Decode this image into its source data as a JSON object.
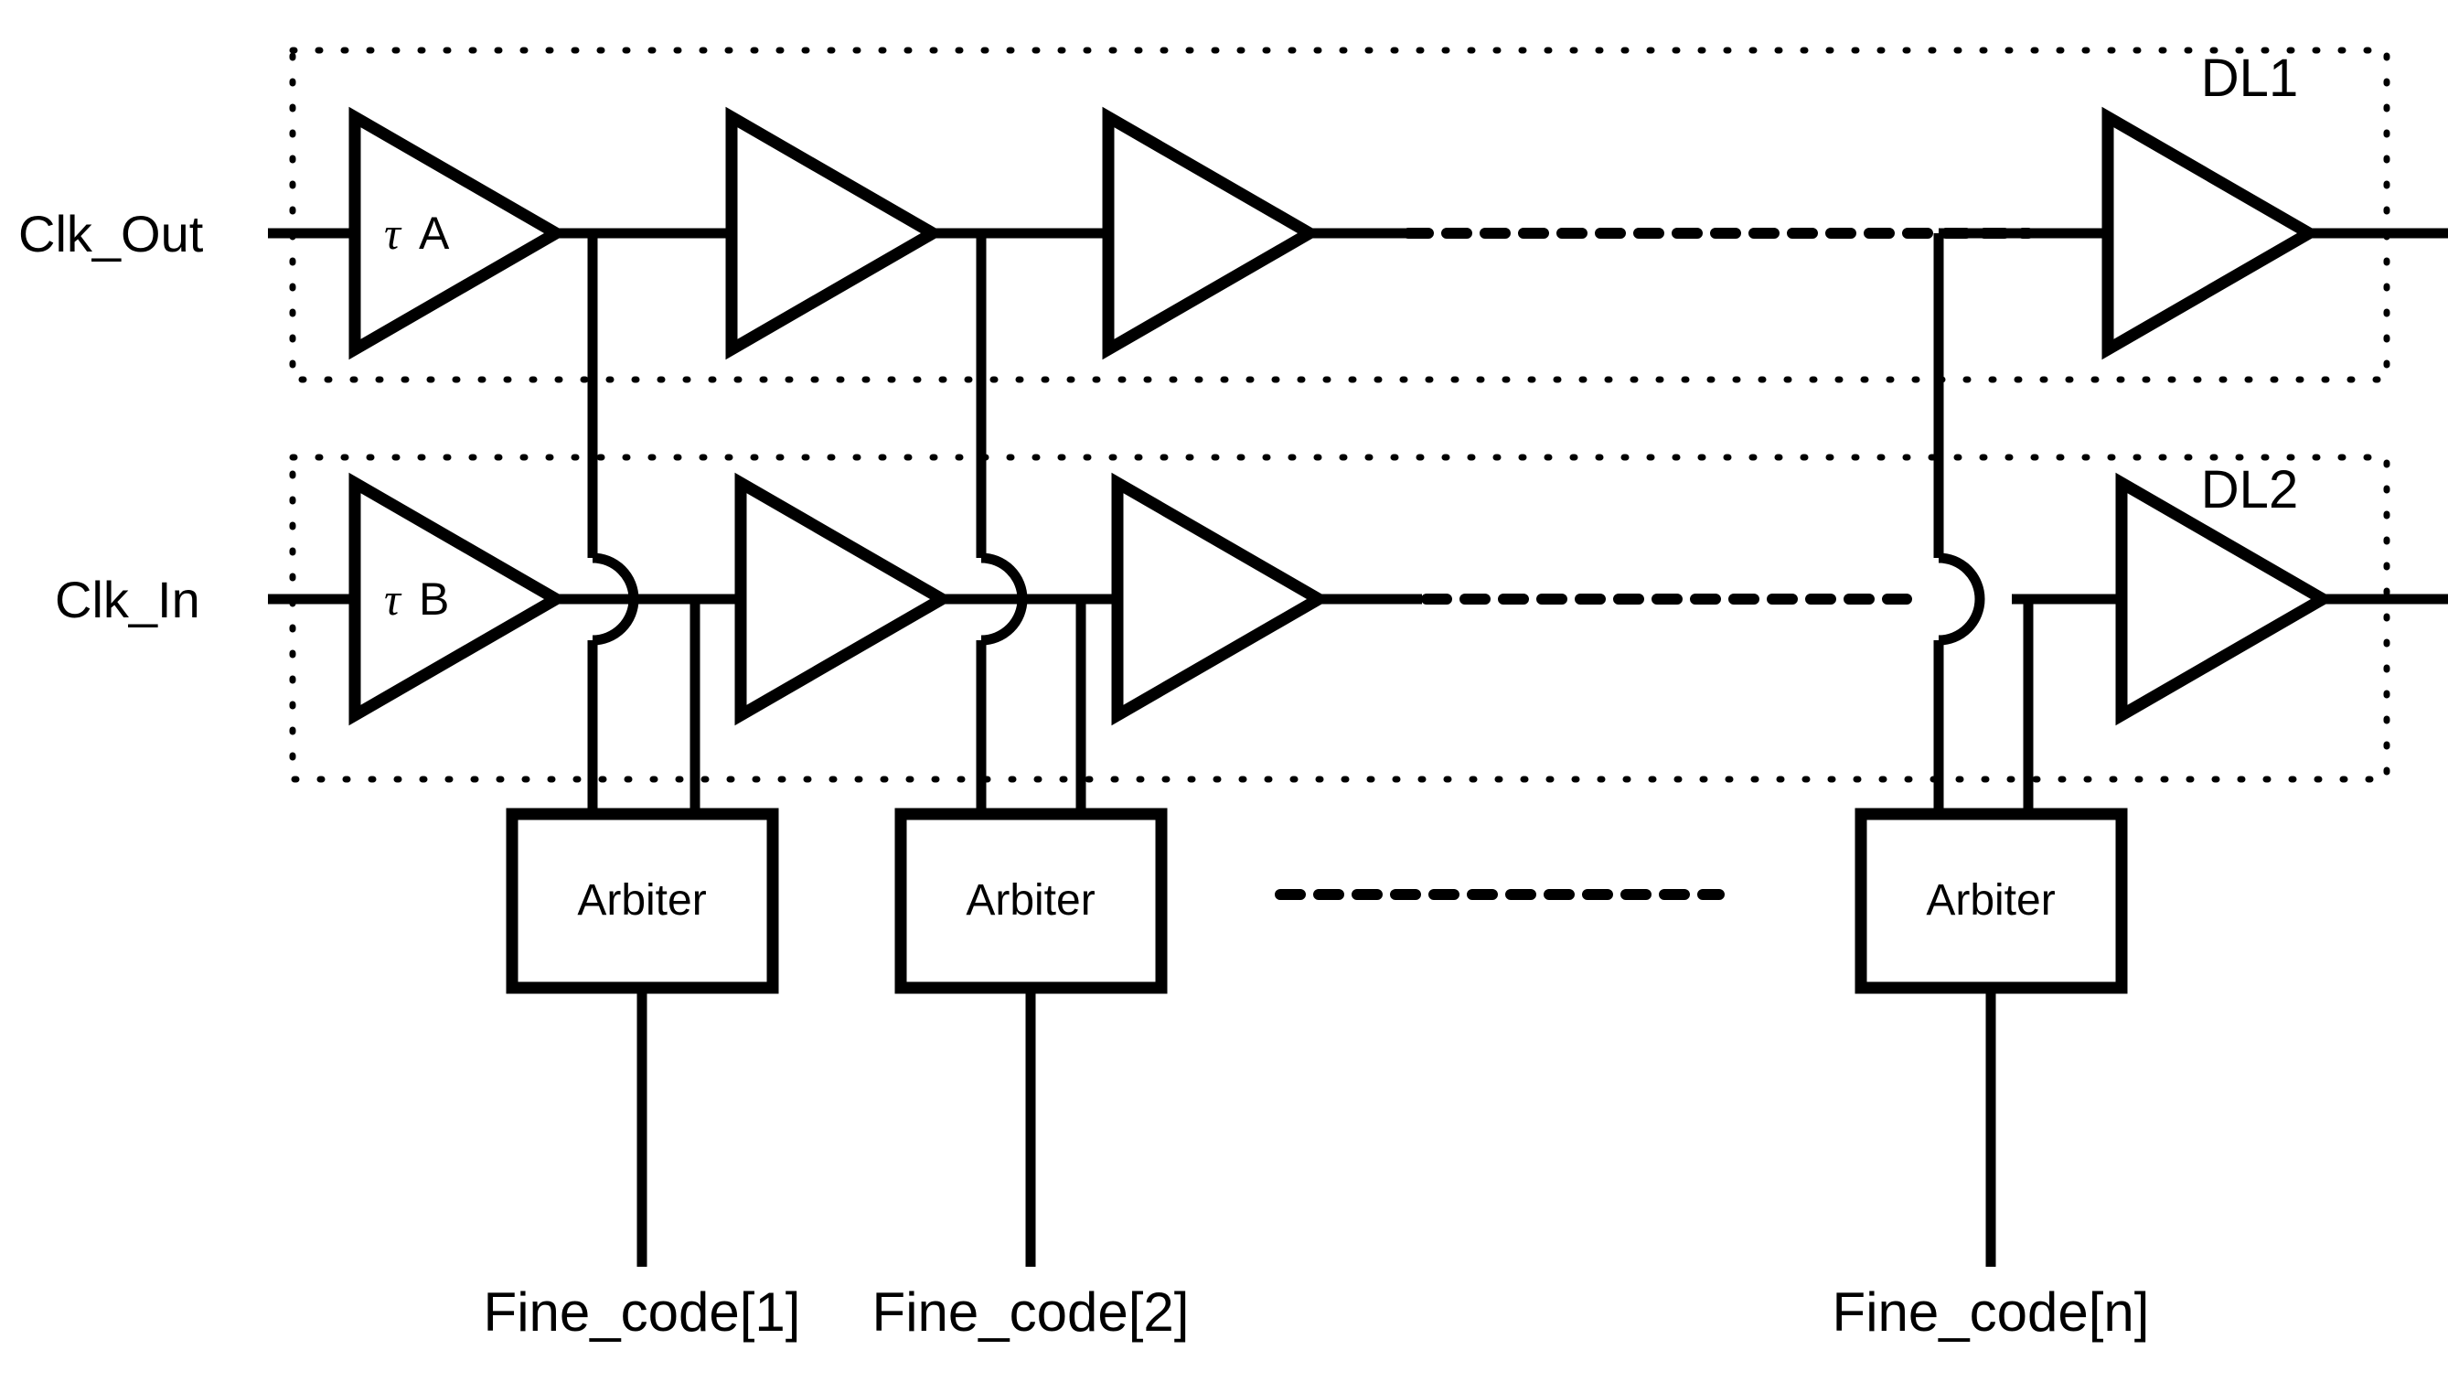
{
  "figure": {
    "kind": "circuit-schematic",
    "description": "Vernier delay line time-to-digital converter with two delay lines and arbiter chain"
  },
  "colors": {
    "ink": "#000000",
    "background": "#ffffff"
  },
  "io_labels": {
    "clk_out": "Clk_Out",
    "clk_in": "Clk_In"
  },
  "delay_lines": [
    {
      "id": "DL1",
      "label": "DL1",
      "input_label": "Clk_Out",
      "first_buffer_tau": "τ",
      "first_buffer_letter": "A",
      "stage_count_shown": 3,
      "has_ellipsis": true,
      "last_buffer_label": ""
    },
    {
      "id": "DL2",
      "label": "DL2",
      "input_label": "Clk_In",
      "first_buffer_tau": "τ",
      "first_buffer_letter": "B",
      "stage_count_shown": 3,
      "has_ellipsis": true,
      "last_buffer_label": ""
    }
  ],
  "arbiters": [
    {
      "label": "Arbiter",
      "output_label": "Fine_code[1]"
    },
    {
      "label": "Arbiter",
      "output_label": "Fine_code[2]"
    },
    {
      "label": "Arbiter",
      "output_label": "Fine_code[n]"
    }
  ],
  "ellipsis": {
    "arbiter_row": "dashed-line",
    "dl1_row": "dashed-line",
    "dl2_row": "dashed-line"
  },
  "outputs": [
    "Fine_code[1]",
    "Fine_code[2]",
    "Fine_code[n]"
  ]
}
